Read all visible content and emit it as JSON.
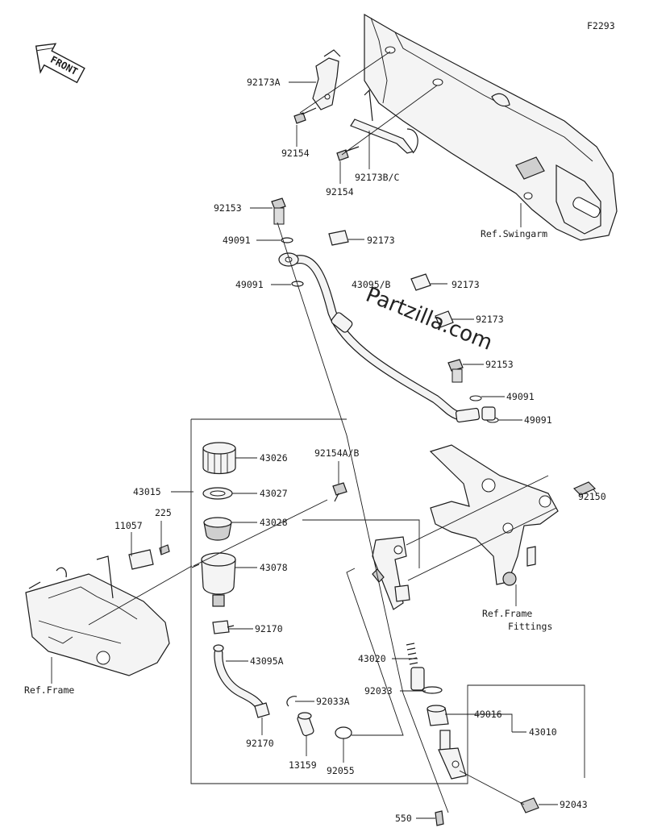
{
  "diagram_code": "F2293",
  "front_label": "FRONT",
  "watermark": "Partzilla.com",
  "refs": {
    "swingarm": "Ref.Swingarm",
    "frame": "Ref.Frame",
    "frame_fittings_1": "Ref.Frame",
    "frame_fittings_2": "Fittings"
  },
  "callouts": {
    "c92173A": "92173A",
    "c92154a": "92154",
    "c92154b": "92154",
    "c92173BC": "92173B/C",
    "c92153a": "92153",
    "c49091a": "49091",
    "c92173a": "92173",
    "c49091b": "49091",
    "c43095B": "43095/B",
    "c92173b": "92173",
    "c92173c": "92173",
    "c92153b": "92153",
    "c49091c": "49091",
    "c49091d": "49091",
    "c43026": "43026",
    "c92154AB": "92154A/B",
    "c43015": "43015",
    "c43027": "43027",
    "c43028": "43028",
    "c225": "225",
    "c11057": "11057",
    "c43078": "43078",
    "c92150": "92150",
    "c92170a": "92170",
    "c43095A": "43095A",
    "c43020": "43020",
    "c92033": "92033",
    "c92033A": "92033A",
    "c49016": "49016",
    "c43010": "43010",
    "c92170b": "92170",
    "c13159": "13159",
    "c92055": "92055",
    "c92043": "92043",
    "c550": "550"
  }
}
